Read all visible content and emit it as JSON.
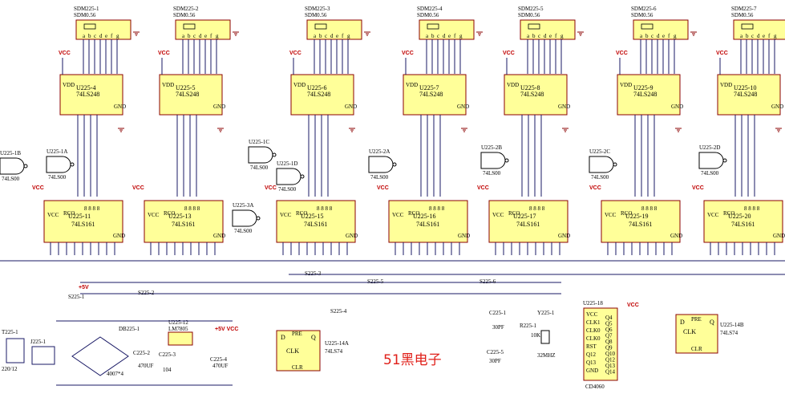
{
  "display_modules": [
    {
      "ref": "SDM225-1",
      "type": "SDM0.56"
    },
    {
      "ref": "SDM225-2",
      "type": "SDM0.56"
    },
    {
      "ref": "SDM225-3",
      "type": "SDM0.56"
    },
    {
      "ref": "SDM225-4",
      "type": "SDM0.56"
    },
    {
      "ref": "SDM225-5",
      "type": "SDM0.56"
    },
    {
      "ref": "SDM225-6",
      "type": "SDM0.56"
    },
    {
      "ref": "SDM225-7",
      "type": "SDM0.56"
    }
  ],
  "decoders": [
    {
      "ref": "U225-4",
      "type": "74LS248"
    },
    {
      "ref": "U225-5",
      "type": "74LS248"
    },
    {
      "ref": "U225-6",
      "type": "74LS248"
    },
    {
      "ref": "U225-7",
      "type": "74LS248"
    },
    {
      "ref": "U225-8",
      "type": "74LS248"
    },
    {
      "ref": "U225-9",
      "type": "74LS248"
    },
    {
      "ref": "U225-10",
      "type": "74LS248"
    }
  ],
  "counters": [
    {
      "ref": "U225-11",
      "type": "74LS161"
    },
    {
      "ref": "U225-13",
      "type": "74LS161"
    },
    {
      "ref": "U225-15",
      "type": "74LS161"
    },
    {
      "ref": "U225-16",
      "type": "74LS161"
    },
    {
      "ref": "U225-17",
      "type": "74LS161"
    },
    {
      "ref": "U225-19",
      "type": "74LS161"
    },
    {
      "ref": "U225-20",
      "type": "74LS161"
    }
  ],
  "gates": [
    {
      "ref": "U225-1B",
      "type": "74LS00"
    },
    {
      "ref": "U225-1A",
      "type": "74LS00"
    },
    {
      "ref": "U225-1C",
      "type": "74LS00"
    },
    {
      "ref": "U225-1D",
      "type": "74LS00"
    },
    {
      "ref": "U225-2A",
      "type": "74LS00"
    },
    {
      "ref": "U225-2B",
      "type": "74LS00"
    },
    {
      "ref": "U225-2C",
      "type": "74LS00"
    },
    {
      "ref": "U225-2D",
      "type": "74LS00"
    },
    {
      "ref": "U225-3A",
      "type": "74LS00"
    }
  ],
  "power_labels": {
    "vcc": "VCC",
    "plus5v": "+5V",
    "plus5v_vcc": "+5V VCC"
  },
  "power_supply": {
    "transformer": "T225-1",
    "transformer_sub": "220/12",
    "connector": "J225-1",
    "bridge": "DB225-1",
    "bridge_value": "4007*4",
    "regulator_ref": "U225-12",
    "regulator_type": "LM7805",
    "c2_ref": "C225-2",
    "c2_val": "470UF",
    "c3_ref": "C225-3",
    "c3_val": "104",
    "c4_ref": "C225-4",
    "c4_val": "470UF"
  },
  "switches": {
    "s1": "S225-1",
    "s2": "S225-2",
    "s3": "S225-3",
    "s4": "S225-4",
    "s5": "S225-5",
    "s6": "S225-6"
  },
  "flipflops": {
    "ff1_ref": "U225-14A",
    "ff1_type": "74LS74",
    "ff2_ref": "U225-14B",
    "ff2_type": "74LS74"
  },
  "oscillator": {
    "ic_ref": "U225-18",
    "ic_type": "CD4060",
    "c1_ref": "C225-1",
    "c1_val": "30PF",
    "c5_ref": "C225-5",
    "c5_val": "30PF",
    "crystal_ref": "Y225-1",
    "crystal_val": "32MHZ",
    "resistor_ref": "R225-1",
    "resistor_val": "10K"
  },
  "pins": {
    "cd4060": [
      "VCC",
      "CLK1",
      "CLK0",
      "CLK0",
      "RST",
      "GND",
      "Q4",
      "Q5",
      "Q6",
      "Q7",
      "Q8",
      "Q9",
      "Q10",
      "Q12",
      "Q13",
      "Q14"
    ],
    "ff": [
      "D",
      "CLK",
      "PRE",
      "CLR",
      "Q",
      "Q"
    ]
  },
  "watermark": "51黑电子",
  "colors": {
    "chip_fill": "#ffff99",
    "chip_border": "#8b0000",
    "wire": "#1a1a66",
    "power_label": "#c00000",
    "watermark": "#e0201a"
  }
}
